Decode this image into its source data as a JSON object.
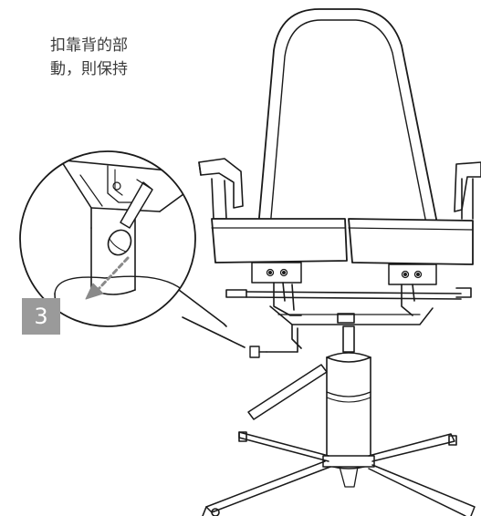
{
  "instruction_text": {
    "line1": "扣靠背的部",
    "line2": "動，則保持"
  },
  "step": {
    "number": "3",
    "badge_color": "#9a9a9a"
  },
  "colors": {
    "line": "#1a1a1a",
    "text": "#3a3a3a",
    "background": "#ffffff"
  }
}
